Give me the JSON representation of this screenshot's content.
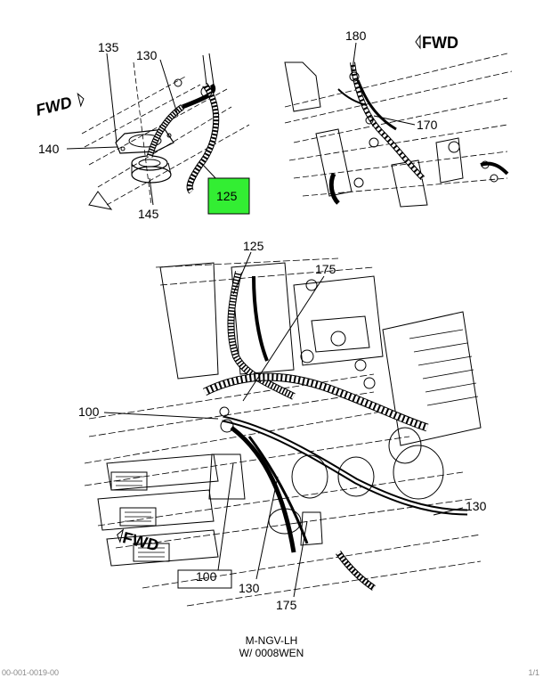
{
  "labels": {
    "tl_130": "130",
    "tl_135": "135",
    "tl_140": "140",
    "tl_145": "145",
    "tl_125": "125",
    "tr_180": "180",
    "tr_170": "170",
    "b_125": "125",
    "b_175_top": "175",
    "b_100_left": "100",
    "b_130_right": "130",
    "b_100_bottom": "100",
    "b_130_bottom": "130",
    "b_175_bottom": "175"
  },
  "fwd": {
    "top_left": "FWD",
    "top_right": "FWD",
    "bottom": "FWD"
  },
  "caption": {
    "line1": "M-NGV-LH",
    "line2": "W/ 0008WEN"
  },
  "footer": {
    "left": "00-001-0019-00",
    "right": "1/1"
  },
  "colors": {
    "highlight": "#33ee33",
    "ink": "#000000",
    "background": "#ffffff"
  }
}
